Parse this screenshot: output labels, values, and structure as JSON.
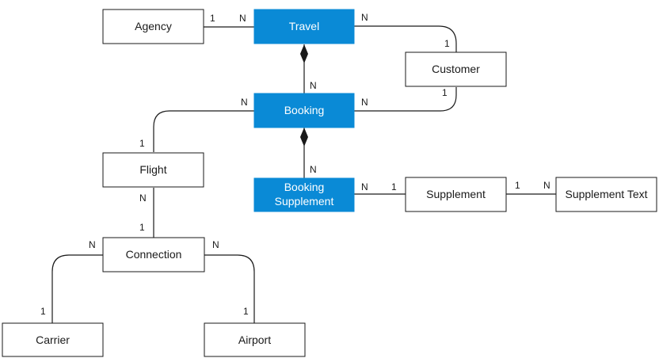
{
  "colors": {
    "highlight": "#0a8ad6",
    "highlight_text": "#ffffff",
    "line": "#1a1a1a",
    "background": "#ffffff"
  },
  "entities": {
    "agency": "Agency",
    "travel": "Travel",
    "customer": "Customer",
    "booking": "Booking",
    "flight": "Flight",
    "booking_supplement_line1": "Booking",
    "booking_supplement_line2": "Supplement",
    "supplement": "Supplement",
    "supplement_text": "Supplement Text",
    "connection": "Connection",
    "carrier": "Carrier",
    "airport": "Airport"
  },
  "relationships": {
    "agency_travel": {
      "from_card": "1",
      "to_card": "N"
    },
    "travel_customer": {
      "from_card": "N",
      "to_card": "1"
    },
    "travel_booking": {
      "to_card": "N"
    },
    "customer_booking": {
      "from_card": "1",
      "to_card": "N"
    },
    "booking_flight": {
      "from_card": "N",
      "to_card": "1"
    },
    "booking_booking_supplement": {
      "to_card": "N"
    },
    "booking_supplement_supplement": {
      "from_card": "N",
      "to_card": "1"
    },
    "supplement_supplement_text": {
      "from_card": "1",
      "to_card": "N"
    },
    "flight_connection": {
      "from_card": "N",
      "to_card": "1"
    },
    "connection_carrier": {
      "from_card": "N",
      "to_card": "1"
    },
    "connection_airport": {
      "from_card": "N",
      "to_card": "1"
    }
  }
}
